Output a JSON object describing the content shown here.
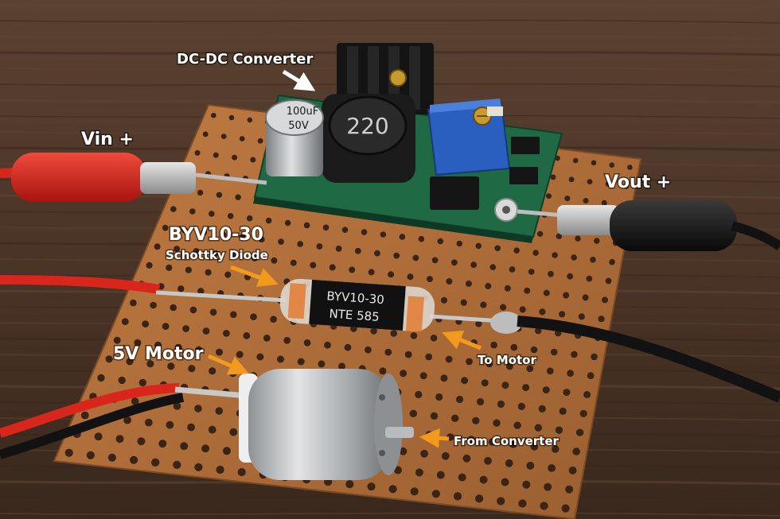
{
  "labels": {
    "dc_dc_converter": "DC-DC Converter",
    "vin_plus": "Vin +",
    "vout_plus": "Vout +",
    "diode_part": "BYV10-30",
    "diode_type": "Schottky Diode",
    "motor": "5V Motor",
    "to_motor": "To Motor",
    "from_converter": "From Converter"
  },
  "component_markings": {
    "inductor": "220",
    "capacitor_value": "100uF",
    "capacitor_voltage": "50V",
    "diode_line1": "BYV10-30",
    "diode_line2": "NTE 585"
  },
  "colors": {
    "wood": "#4a3426",
    "perfboard": "#b0703c",
    "pcb_green": "#1f6a45",
    "trimmer_blue": "#2b5fbf",
    "arrow_orange": "#f29a1e",
    "arrow_white": "#ffffff",
    "wire_red": "#d9261c",
    "wire_black": "#121212"
  }
}
